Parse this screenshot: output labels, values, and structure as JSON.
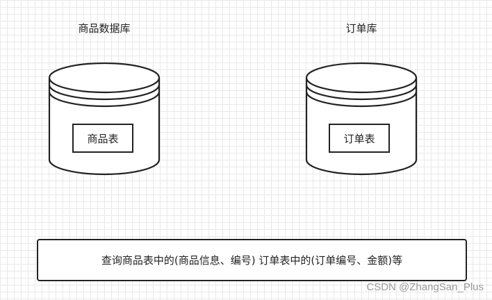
{
  "databases": [
    {
      "name": "商品数据库",
      "table": "商品表"
    },
    {
      "name": "订单库",
      "table": "订单表"
    }
  ],
  "query_text": "查询商品表中的(商品信息、编号) 订单表中的(订单编号、金额)等",
  "watermark": "CSDN @ZhangSan_Plus"
}
